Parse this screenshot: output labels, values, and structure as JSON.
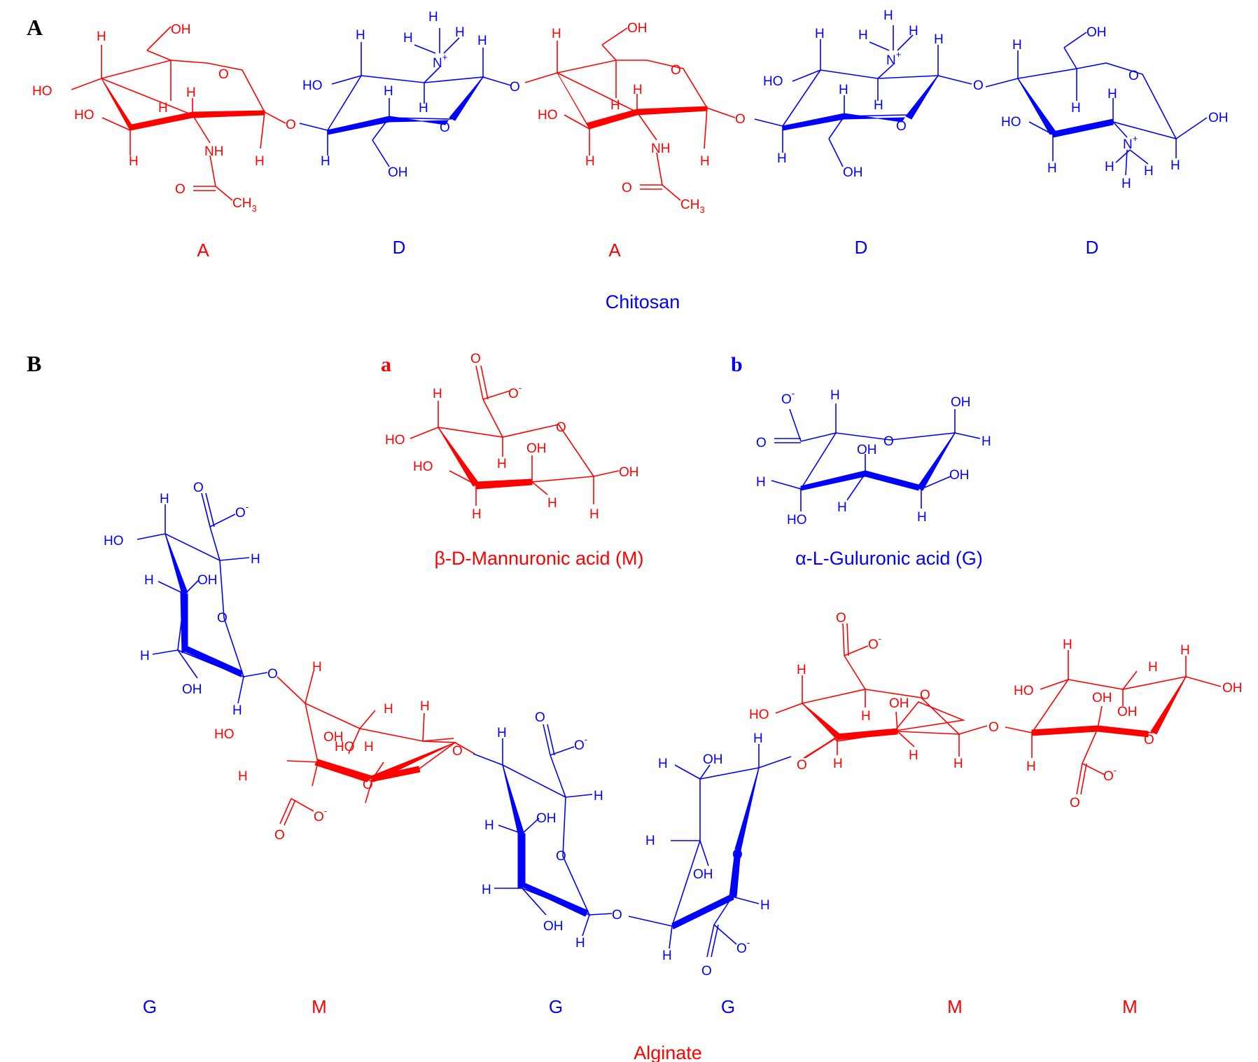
{
  "colors": {
    "unit_a_m": "#ff0000",
    "unit_d_g": "#0000ff",
    "panel_letters": "#000000"
  },
  "panel_a": {
    "letter": "A",
    "caption": "Chitosan",
    "units": [
      "A",
      "D",
      "A",
      "D",
      "D"
    ],
    "atoms": {
      "oh": "OH",
      "ho": "HO",
      "h": "H",
      "o": "O",
      "nh": "NH",
      "n": "N",
      "plus": "+",
      "ch3": "CH",
      "sub3": "3"
    }
  },
  "panel_b": {
    "letter": "B",
    "sub_a_letter": "a",
    "sub_a_name": "β-D-Mannuronic acid (M)",
    "sub_b_letter": "b",
    "sub_b_name": "α-L-Guluronic acid (G)",
    "caption": "Alginate",
    "units": [
      "G",
      "M",
      "G",
      "G",
      "M",
      "M"
    ],
    "atoms": {
      "minus": "-"
    }
  }
}
